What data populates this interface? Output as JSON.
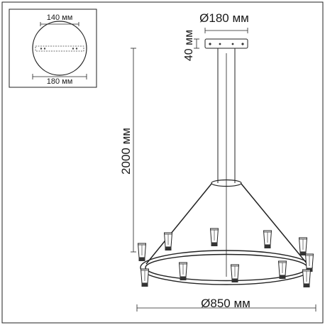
{
  "inset": {
    "top_dimension": "140 мм",
    "bottom_dimension": "180 мм"
  },
  "dimensions": {
    "canopy_diameter": "Ø180 мм",
    "canopy_height": "40 мм",
    "suspension_length": "2000 мм",
    "ring_diameter": "Ø850 мм"
  }
}
